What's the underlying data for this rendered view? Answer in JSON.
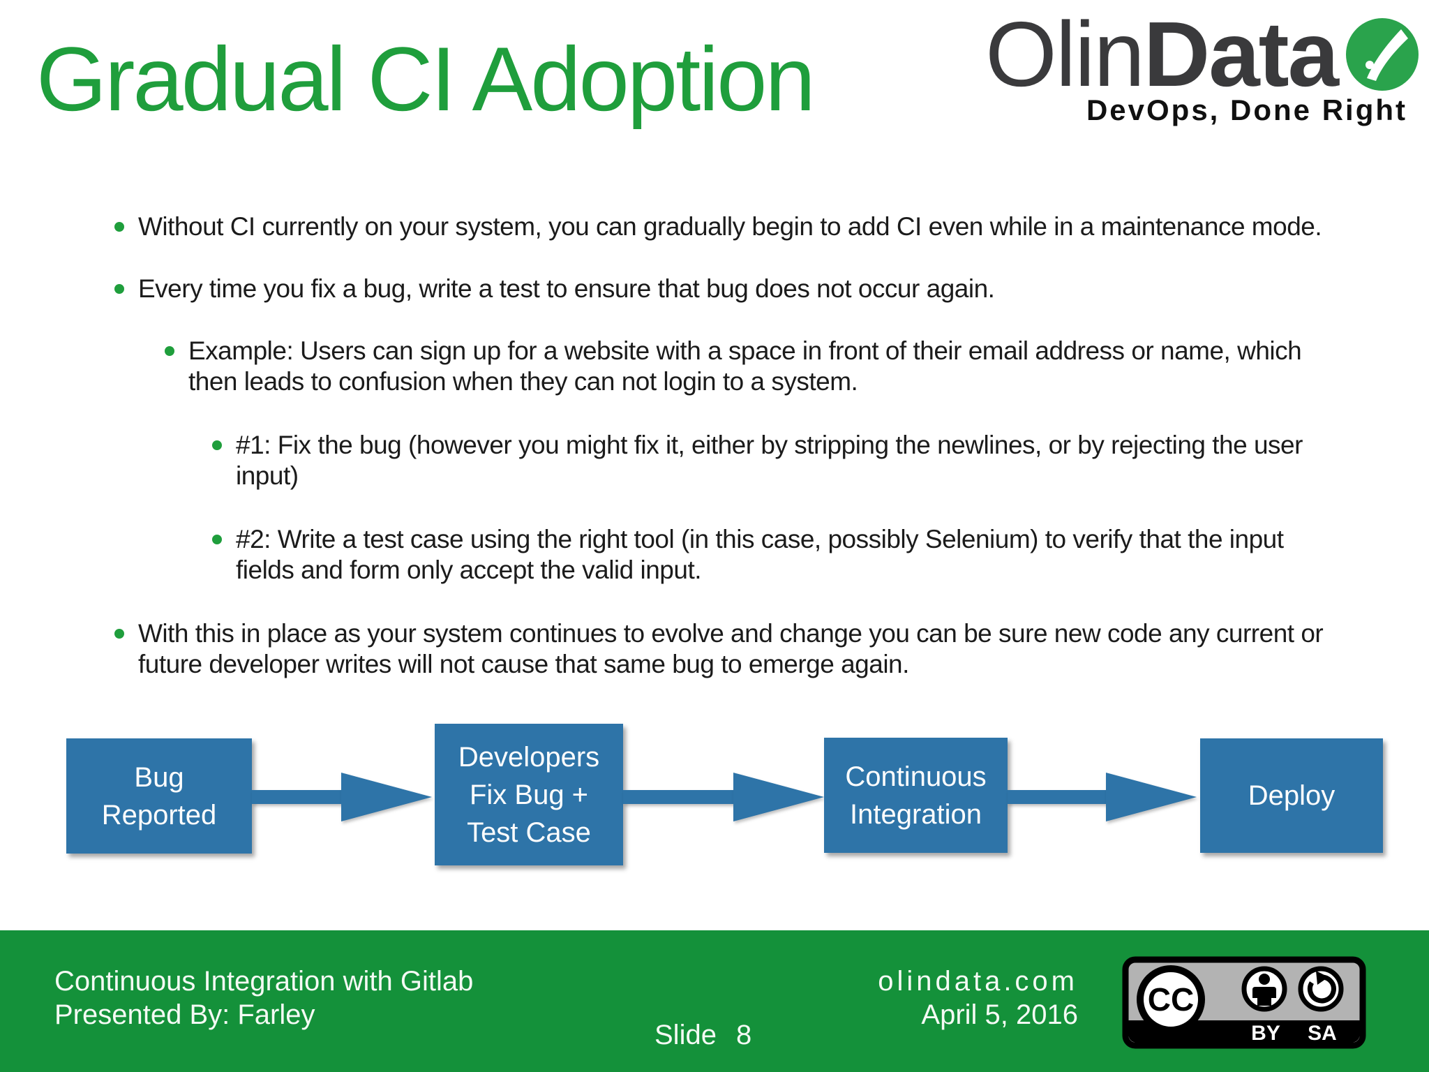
{
  "slide": {
    "title": "Gradual CI Adoption",
    "logo": {
      "name_light": "Olin",
      "name_bold": "Data",
      "tagline": "DevOps, Done Right"
    },
    "bullets": [
      {
        "level": 1,
        "text": "Without CI currently on your system, you can gradually begin to add CI even while in a maintenance mode."
      },
      {
        "level": 1,
        "text": "Every time you fix a bug, write a test to ensure that bug does not occur again."
      },
      {
        "level": 2,
        "text": "Example: Users can sign up for a website with a space in front of their email address or name, which then leads to confusion when they can not login to a system."
      },
      {
        "level": 3,
        "text": "#1: Fix the bug (however you might fix it, either by stripping the newlines, or by rejecting the user input)"
      },
      {
        "level": 3,
        "text": "#2: Write a test case using the right tool (in this case, possibly Selenium) to verify that the input fields and form only accept the valid input."
      },
      {
        "level": 1,
        "text": "With this in place as your system continues to evolve and change you can be sure new code any current or future developer writes will not cause that same bug to emerge again."
      }
    ],
    "flow": {
      "steps": [
        {
          "label": "Bug Reported"
        },
        {
          "label": "Developers Fix Bug + Test Case"
        },
        {
          "label": "Continuous Integration"
        },
        {
          "label": "Deploy"
        }
      ]
    },
    "footer": {
      "line1": "Continuous Integration with Gitlab",
      "line2": "Presented By: Farley",
      "slide_label": "Slide",
      "slide_number": "8",
      "site": "olindata.com",
      "date": "April 5, 2016",
      "license": {
        "cc": "CC",
        "by": "BY",
        "sa": "SA"
      }
    },
    "colors": {
      "title_green": "#1f9e3c",
      "footer_green": "#14913a",
      "box_blue": "#2e74a8",
      "logo_green": "#2aa34c",
      "logo_dark": "#3a3a3c",
      "badge_gray": "#b3b3b3"
    }
  }
}
